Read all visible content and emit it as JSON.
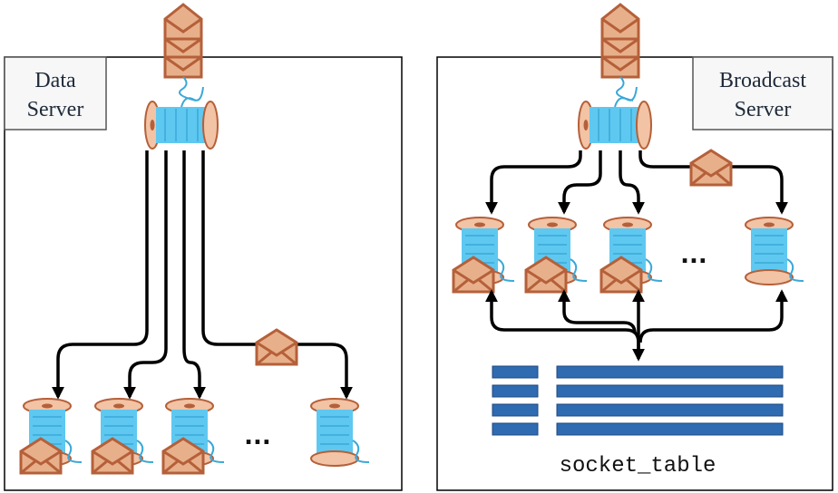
{
  "data_server": {
    "label_line1": "Data",
    "label_line2": "Server"
  },
  "broadcast_server": {
    "label_line1": "Broadcast",
    "label_line2": "Server"
  },
  "socket_table": {
    "label": "socket_table"
  },
  "ellipsis": "...",
  "colors": {
    "thread_blue": "#5ec8f0",
    "spool_wood": "#f2c3a4",
    "spool_edge": "#b5603a",
    "envelope": "#e8b08a",
    "table_blue": "#2f6bb0",
    "arrow": "#000000"
  }
}
